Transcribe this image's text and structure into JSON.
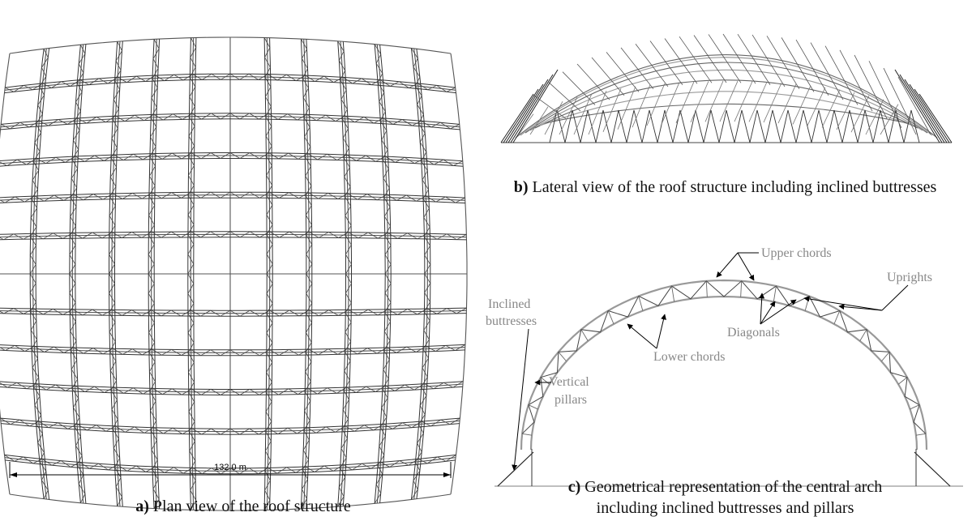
{
  "panel_a": {
    "dimension_label": "132.0 m",
    "caption_letter": "a)",
    "caption_text": " Plan view of the roof structure"
  },
  "panel_b": {
    "caption_letter": "b)",
    "caption_text": " Lateral view of the roof structure including inclined buttresses"
  },
  "panel_c": {
    "labels": {
      "upper_chords": "Upper chords",
      "uprights": "Uprights",
      "inclined_buttresses_line1": "Inclined",
      "inclined_buttresses_line2": "buttresses",
      "diagonals": "Diagonals",
      "lower_chords": "Lower chords",
      "vertical_pillars_line1": "Vertical",
      "vertical_pillars_line2": "pillars"
    },
    "caption_letter": "c)",
    "caption_line1": " Geometrical representation of the central arch",
    "caption_line2": "including inclined buttresses and pillars"
  }
}
